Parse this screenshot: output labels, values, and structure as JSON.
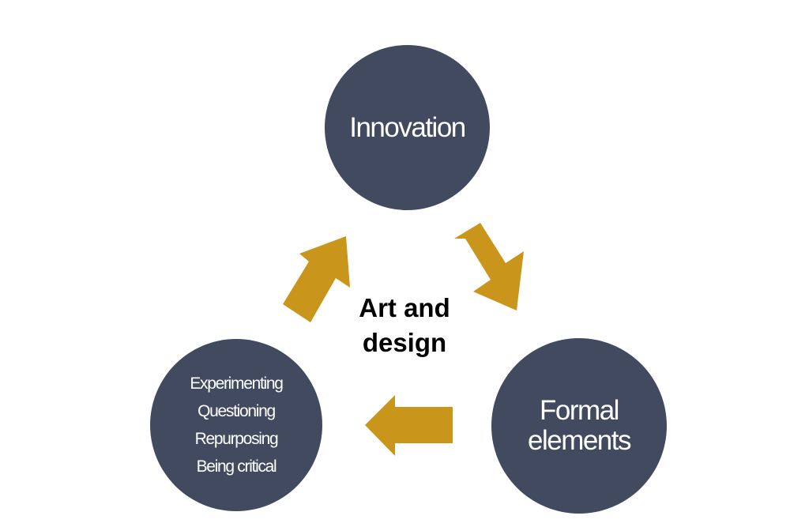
{
  "nodes": {
    "innovation": {
      "label": "Innovation"
    },
    "formal_elements": {
      "lines": [
        "Formal",
        "elements"
      ]
    },
    "process": {
      "items": [
        "Experimenting",
        "Questioning",
        "Repurposing",
        "Being critical"
      ]
    }
  },
  "center": {
    "lines": [
      "Art and",
      "design"
    ]
  },
  "colors": {
    "circle_fill": "#424a5f",
    "circle_text": "#ffffff",
    "arrow_fill": "#c9951b",
    "center_text": "#000000"
  }
}
